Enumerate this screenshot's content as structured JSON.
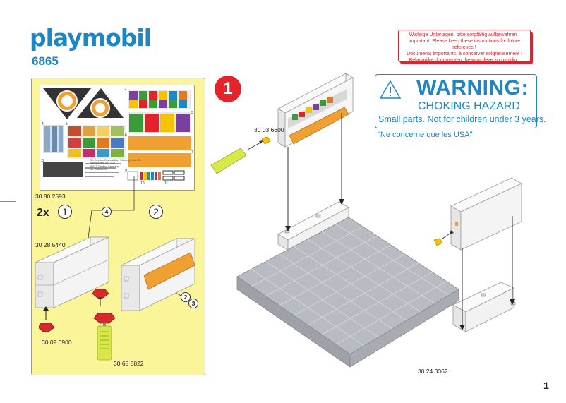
{
  "header": {
    "brand": "playmobil",
    "model": "6865"
  },
  "warning_notice": {
    "lines": [
      "Wichtige Unterlagen, bitte sorgfältig aufbewahren !",
      "Important: Please keep these instructions for future reference !",
      "Documents importants, à conserver soigneusement !",
      "Belangrijke documenten, bewaar deze zorgvuldig !"
    ]
  },
  "hazard": {
    "title": "WARNING:",
    "subtitle": "CHOKING HAZARD",
    "detail": "Small parts. Not for children under 3 years.",
    "usa_note": "\"Ne concerne que les USA\""
  },
  "step": {
    "number": "1"
  },
  "sticker_sheet": {
    "part_no": "30 80 2593",
    "small_print": [
      "GB Sweden Brandstätter Stiftung & Co. KG",
      "Brandstätter Str. 2-10",
      "90513 Zirndorf Germany",
      "No. 23858993"
    ],
    "counts": [
      "1",
      "2",
      "3",
      "4",
      "5",
      "6",
      "7",
      "8",
      "9",
      "10",
      "11"
    ]
  },
  "substep": {
    "quantity": "2x",
    "label_1": "1",
    "label_2": "2",
    "label_4": "4",
    "label_2_small": "2",
    "label_3_small": "3"
  },
  "parts": {
    "shelf": "30 28 5440",
    "red_connector": "30 09 6900",
    "clip_tool": "30 65 8822",
    "display_case": "30 03 6600",
    "base_plate": "30 24 3362"
  },
  "page": {
    "number": "1"
  },
  "colors": {
    "brand_blue": "#1f86c4",
    "warning_red": "#e3212a",
    "panel_yellow": "#fbf59a",
    "shelf_orange": "#f0a030",
    "floor_gray": "#b8bcc2",
    "clip_yellow": "#d8e84a"
  }
}
